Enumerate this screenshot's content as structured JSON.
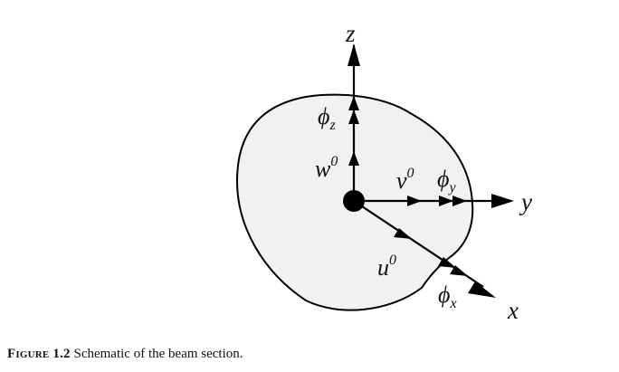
{
  "figure": {
    "caption_label": "Figure 1.2",
    "caption_text": " Schematic of the beam section."
  },
  "axes": {
    "x": "x",
    "y": "y",
    "z": "z"
  },
  "displacements": {
    "u_base": "u",
    "v_base": "v",
    "w_base": "w",
    "superscript": "0"
  },
  "rotations": {
    "base": "ϕ",
    "x_sub": "x",
    "y_sub": "y",
    "z_sub": "z"
  },
  "colors": {
    "section_fill": "#f1f1f1",
    "stroke": "#000000"
  }
}
